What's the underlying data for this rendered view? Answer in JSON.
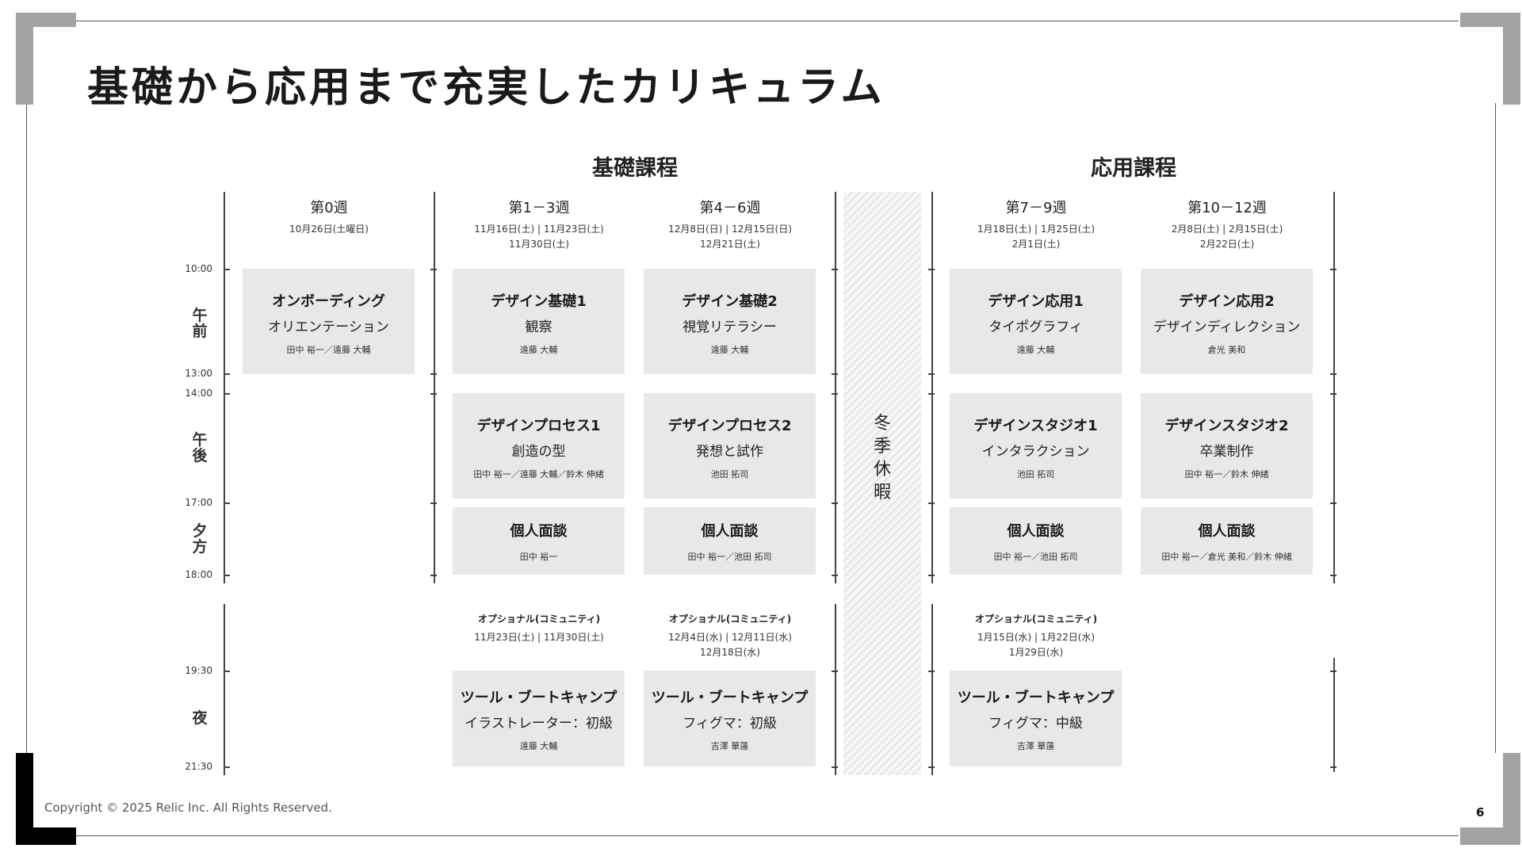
{
  "title": "基礎から応用まで充実したカリキュラム",
  "sections": {
    "basic": "基礎課程",
    "applied": "応用課程"
  },
  "winter_break": "冬季休暇",
  "times": {
    "t1000": "10:00",
    "t1300": "13:00",
    "t1400": "14:00",
    "t1700": "17:00",
    "t1800": "18:00",
    "t1930": "19:30",
    "t2130": "21:30"
  },
  "periods": {
    "morning": "午前",
    "afternoon": "午後",
    "evening": "夕方",
    "night": "夜"
  },
  "weeks": [
    {
      "title": "第0週",
      "dates1": "10月26日(土曜日)",
      "dates2": ""
    },
    {
      "title": "第1－3週",
      "dates1": "11月16日(土) | 11月23日(土)",
      "dates2": "11月30日(土)"
    },
    {
      "title": "第4－6週",
      "dates1": "12月8日(日) | 12月15日(日)",
      "dates2": "12月21日(土)"
    },
    {
      "title": "第7－9週",
      "dates1": "1月18日(土) | 1月25日(土)",
      "dates2": "2月1日(土)"
    },
    {
      "title": "第10－12週",
      "dates1": "2月8日(土) | 2月15日(土)",
      "dates2": "2月22日(土)"
    }
  ],
  "morning": [
    {
      "title": "オンボーディング",
      "subtitle": "オリエンテーション",
      "instructor": "田中 裕一／遠藤 大輔"
    },
    {
      "title": "デザイン基礎1",
      "subtitle": "観察",
      "instructor": "遠藤 大輔"
    },
    {
      "title": "デザイン基礎2",
      "subtitle": "視覚リテラシー",
      "instructor": "遠藤 大輔"
    },
    {
      "title": "デザイン応用1",
      "subtitle": "タイポグラフィ",
      "instructor": "遠藤 大輔"
    },
    {
      "title": "デザイン応用2",
      "subtitle": "デザインディレクション",
      "instructor": "倉光 美和"
    }
  ],
  "afternoon": [
    {
      "title": "デザインプロセス1",
      "subtitle": "創造の型",
      "instructor": "田中 裕一／遠藤 大輔／鈴木 伸緒"
    },
    {
      "title": "デザインプロセス2",
      "subtitle": "発想と試作",
      "instructor": "池田 拓司"
    },
    {
      "title": "デザインスタジオ1",
      "subtitle": "インタラクション",
      "instructor": "池田 拓司"
    },
    {
      "title": "デザインスタジオ2",
      "subtitle": "卒業制作",
      "instructor": "田中 裕一／鈴木 伸緒"
    }
  ],
  "evening": [
    {
      "title": "個人面談",
      "instructor": "田中 裕一"
    },
    {
      "title": "個人面談",
      "instructor": "田中 裕一／池田 拓司"
    },
    {
      "title": "個人面談",
      "instructor": "田中 裕一／池田 拓司"
    },
    {
      "title": "個人面談",
      "instructor": "田中 裕一／倉光 美和／鈴木 伸緒"
    }
  ],
  "optional": [
    {
      "title": "オプショナル(コミュニティ)",
      "dates1": "11月23日(土) | 11月30日(土)",
      "dates2": ""
    },
    {
      "title": "オプショナル(コミュニティ)",
      "dates1": "12月4日(水) | 12月11日(水)",
      "dates2": "12月18日(水)"
    },
    {
      "title": "オプショナル(コミュニティ)",
      "dates1": "1月15日(水) | 1月22日(水)",
      "dates2": "1月29日(水)"
    }
  ],
  "night": [
    {
      "title": "ツール・ブートキャンプ",
      "subtitle": "イラストレーター：初級",
      "instructor": "遠藤 大輔"
    },
    {
      "title": "ツール・ブートキャンプ",
      "subtitle": "フィグマ：初級",
      "instructor": "吉澤 華蓮"
    },
    {
      "title": "ツール・ブートキャンプ",
      "subtitle": "フィグマ：中級",
      "instructor": "吉澤 華蓮"
    }
  ],
  "footer": "Copyright © 2025 Relic Inc. All Rights Reserved.",
  "page_number": "6"
}
